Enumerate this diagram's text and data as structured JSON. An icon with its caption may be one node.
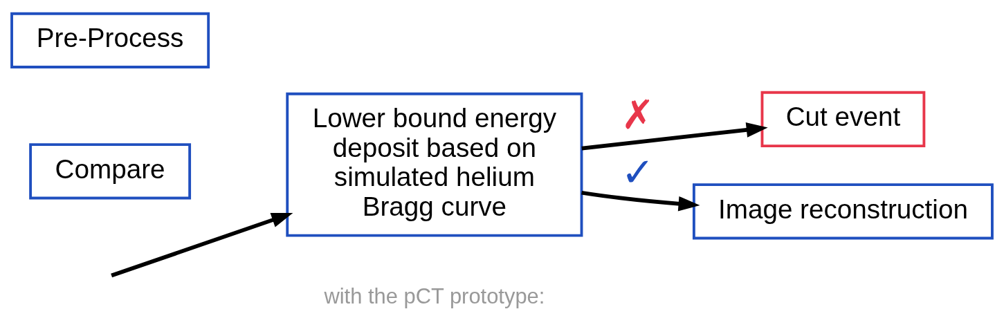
{
  "diagram": {
    "nodes": [
      {
        "text": [
          "Pre-Process"
        ]
      },
      {
        "text": [
          "Compare"
        ]
      },
      {
        "text": [
          "Lower bound energy deposit based on simulated helium Bragg curve"
        ]
      },
      {
        "text": [
          "Cut event"
        ]
      },
      {
        "text": [
          "Image reconstruction"
        ]
      }
    ],
    "edges": [
      {
        "from": null,
        "to": 2,
        "arrow": "to"
      },
      {
        "from": 2,
        "to": 3,
        "arrow": "to",
        "label": "✗"
      },
      {
        "from": 2,
        "to": 4,
        "arrow": "to",
        "label": "✓"
      }
    ],
    "labels": [
      "with the pCT prototype:"
    ]
  }
}
